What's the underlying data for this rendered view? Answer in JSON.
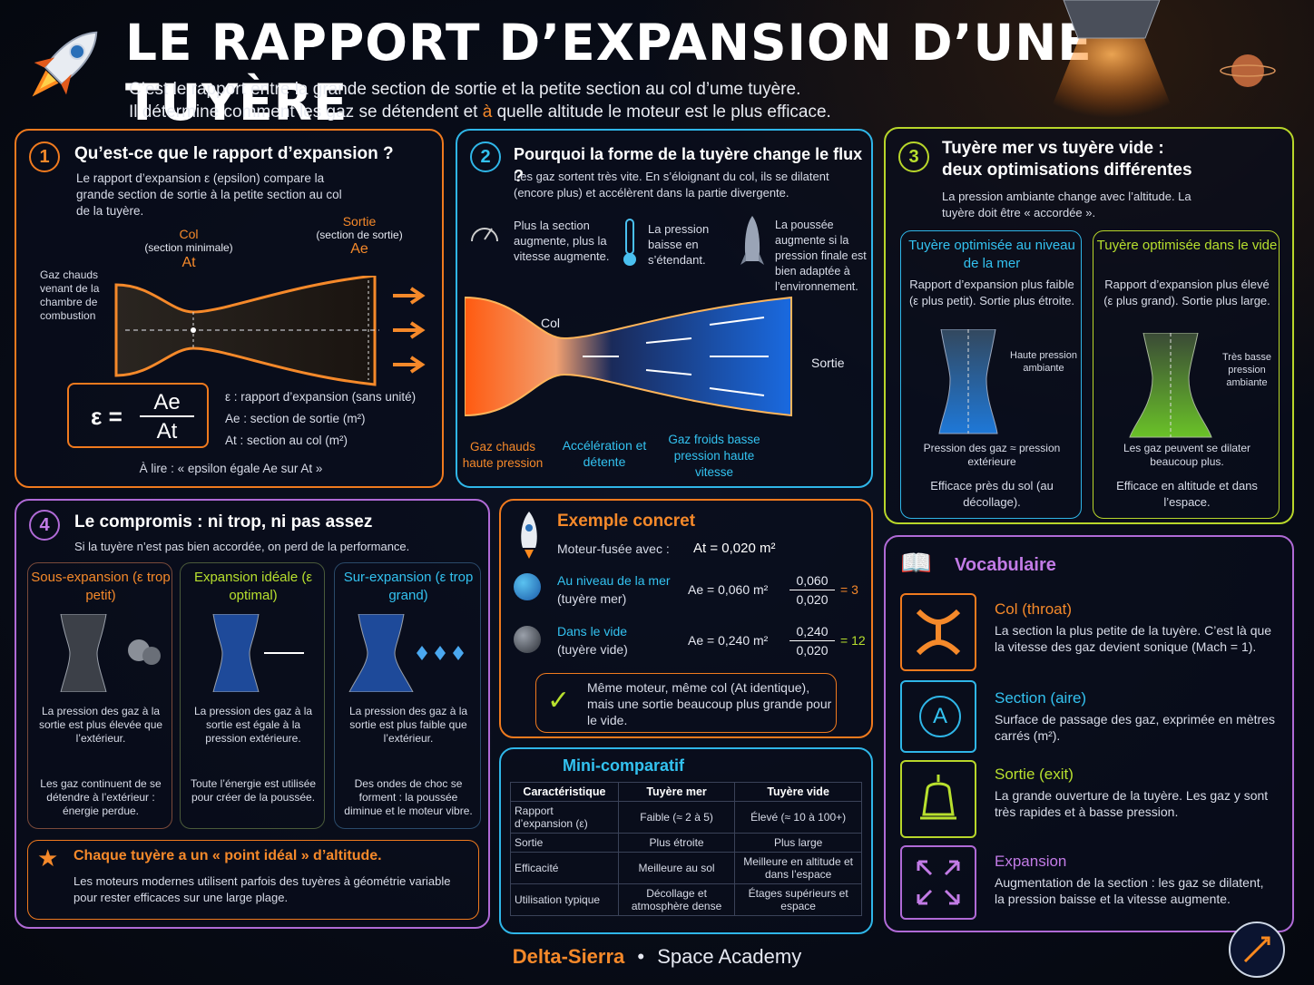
{
  "header": {
    "title": "LE RAPPORT D’EXPANSION D’UNE TUYÈRE",
    "subtitle_line1": "C’est le rapport entre la grande section de sortie et la petite section au col d’ume tuyère.",
    "subtitle_line2_a": "Il détermine comment les gaz  se détendent et ",
    "subtitle_line2_b": "à",
    "subtitle_line2_c": " quelle altitude le moteur est le plus efficace."
  },
  "s1": {
    "num": "1",
    "title": "Qu’est-ce que le rapport d’expansion ?",
    "desc": "Le rapport d’expansion ε (epsilon) compare la grande section de sortie à la petite section au col de la tuyère.",
    "gas_label": "Gaz chauds venant de la chambre de combustion",
    "col_label": "Col",
    "col_sub": "(section minimale)",
    "col_sym": "At",
    "exit_label": "Sortie",
    "exit_sub": "(section de sortie)",
    "exit_sym": "Ae",
    "formula_eps": "ε =",
    "formula_num": "Ae",
    "formula_den": "At",
    "def1": "ε : rapport d’expansion (sans unité)",
    "def2": "Ae : section de sortie (m²)",
    "def3": "At : section au col (m²)",
    "read": "À lire : « epsilon égale Ae sur At »"
  },
  "s2": {
    "num": "2",
    "title": "Pourquoi la forme de la tuyère change le flux ?",
    "desc": "Les gaz sortent très vite. En s’éloignant du col, ils se dilatent (encore plus) et accélèrent dans la partie divergente.",
    "i1": "Plus la section augmente, plus la vitesse augmente.",
    "i2": "La pression baisse en s’étendant.",
    "i3": "La poussée augmente si la pression finale est bien adaptée à l’environnement.",
    "col": "Col",
    "sortie": "Sortie",
    "b1": "Gaz chauds haute pression",
    "b2": "Accélération et détente",
    "b3": "Gaz froids basse pression haute vitesse"
  },
  "s3": {
    "num": "3",
    "title1": "Tuyère mer vs tuyère vide :",
    "title2": "deux optimisations différentes",
    "desc": "La pression ambiante change avec l’altitude. La tuyère doit être « accordée ».",
    "sea_title": "Tuyère optimisée au niveau de la mer",
    "sea_desc": "Rapport d’expansion plus faible (ε plus petit). Sortie plus étroite.",
    "sea_amb": "Haute pression ambiante",
    "sea_p": "Pression des gaz ≈ pression extérieure",
    "sea_eff": "Efficace près du sol (au décollage).",
    "vac_title": "Tuyère optimisée dans le vide",
    "vac_desc": "Rapport d’expansion plus élevé (ε plus grand). Sortie plus large.",
    "vac_amb": "Très basse pression ambiante",
    "vac_p": "Les gaz peuvent se dilater beaucoup plus.",
    "vac_eff": "Efficace en altitude et dans l’espace."
  },
  "s4": {
    "num": "4",
    "title": "Le compromis : ni trop, ni pas assez",
    "desc": "Si la tuyère n’est pas bien accordée, on perd de la performance.",
    "a_title": "Sous-expansion (ε trop petit)",
    "a_p": "La pression des gaz à la sortie est plus élevée que l’extérieur.",
    "a_r": "Les gaz continuent de se détendre à l’extérieur : énergie perdue.",
    "b_title": "Expansion idéale (ε optimal)",
    "b_p": "La pression des gaz à la sortie est égale à la pression extérieure.",
    "b_r": "Toute l’énergie est utilisée pour créer de la poussée.",
    "c_title": "Sur-expansion (ε trop grand)",
    "c_p": "La pression des gaz à la sortie est plus faible que l’extérieur.",
    "c_r": "Des ondes de choc se forment : la poussée diminue et le moteur vibre.",
    "star_title": "Chaque tuyère a un « point idéal » d’altitude.",
    "star_desc": "Les moteurs modernes utilisent parfois des tuyères à géométrie variable pour rester efficaces sur une large plage."
  },
  "ex": {
    "title": "Exemple concret",
    "motor": "Moteur-fusée avec :",
    "at": "At = 0,020 m²",
    "sea_l1": "Au niveau de la mer",
    "sea_l2": "(tuyère mer)",
    "sea_ae": "Ae = 0,060 m²",
    "sea_n": "0,060",
    "sea_d": "0,020",
    "sea_r": "= 3",
    "vac_l1": "Dans le vide",
    "vac_l2": "(tuyère vide)",
    "vac_ae": "Ae = 0,240 m²",
    "vac_n": "0,240",
    "vac_d": "0,020",
    "vac_r": "= 12",
    "note": "Même moteur, même col (At identique), mais une sortie beaucoup plus grande pour le vide."
  },
  "mini": {
    "title": "Mini-comparatif",
    "headers": [
      "Caractéristique",
      "Tuyère mer",
      "Tuyère vide"
    ],
    "rows": [
      [
        "Rapport d’expansion (ε)",
        "Faible (≈ 2 à 5)",
        "Élevé (≈ 10 à 100+)"
      ],
      [
        "Sortie",
        "Plus étroite",
        "Plus large"
      ],
      [
        "Efficacité",
        "Meilleure au sol",
        "Meilleure en altitude et dans l’espace"
      ],
      [
        "Utilisation typique",
        "Décollage et atmosphère dense",
        "Étages supérieurs et espace"
      ]
    ]
  },
  "vocab": {
    "title": "Vocabulaire",
    "items": [
      {
        "t": "Col (throat)",
        "d": "La section la plus petite de la tuyère. C’est là que la vitesse des gaz devient sonique (Mach = 1)."
      },
      {
        "t": "Section (aire)",
        "d": "Surface de passage des gaz, exprimée en mètres carrés (m²)."
      },
      {
        "t": "Sortie (exit)",
        "d": "La grande ouverture de la tuyère. Les gaz y sont très rapides et à basse pression."
      },
      {
        "t": "Expansion",
        "d": "Augmentation de la section : les gaz se dilatent, la pression baisse et la vitesse augmente."
      }
    ],
    "a_letter": "A"
  },
  "footer": {
    "brand": "Delta-Sierra",
    "sep": "•",
    "name": "Space Academy"
  },
  "colors": {
    "orange": "#f07a1e",
    "blue": "#2fb6e8",
    "lime": "#b8d62a",
    "purple": "#b06ad6"
  }
}
